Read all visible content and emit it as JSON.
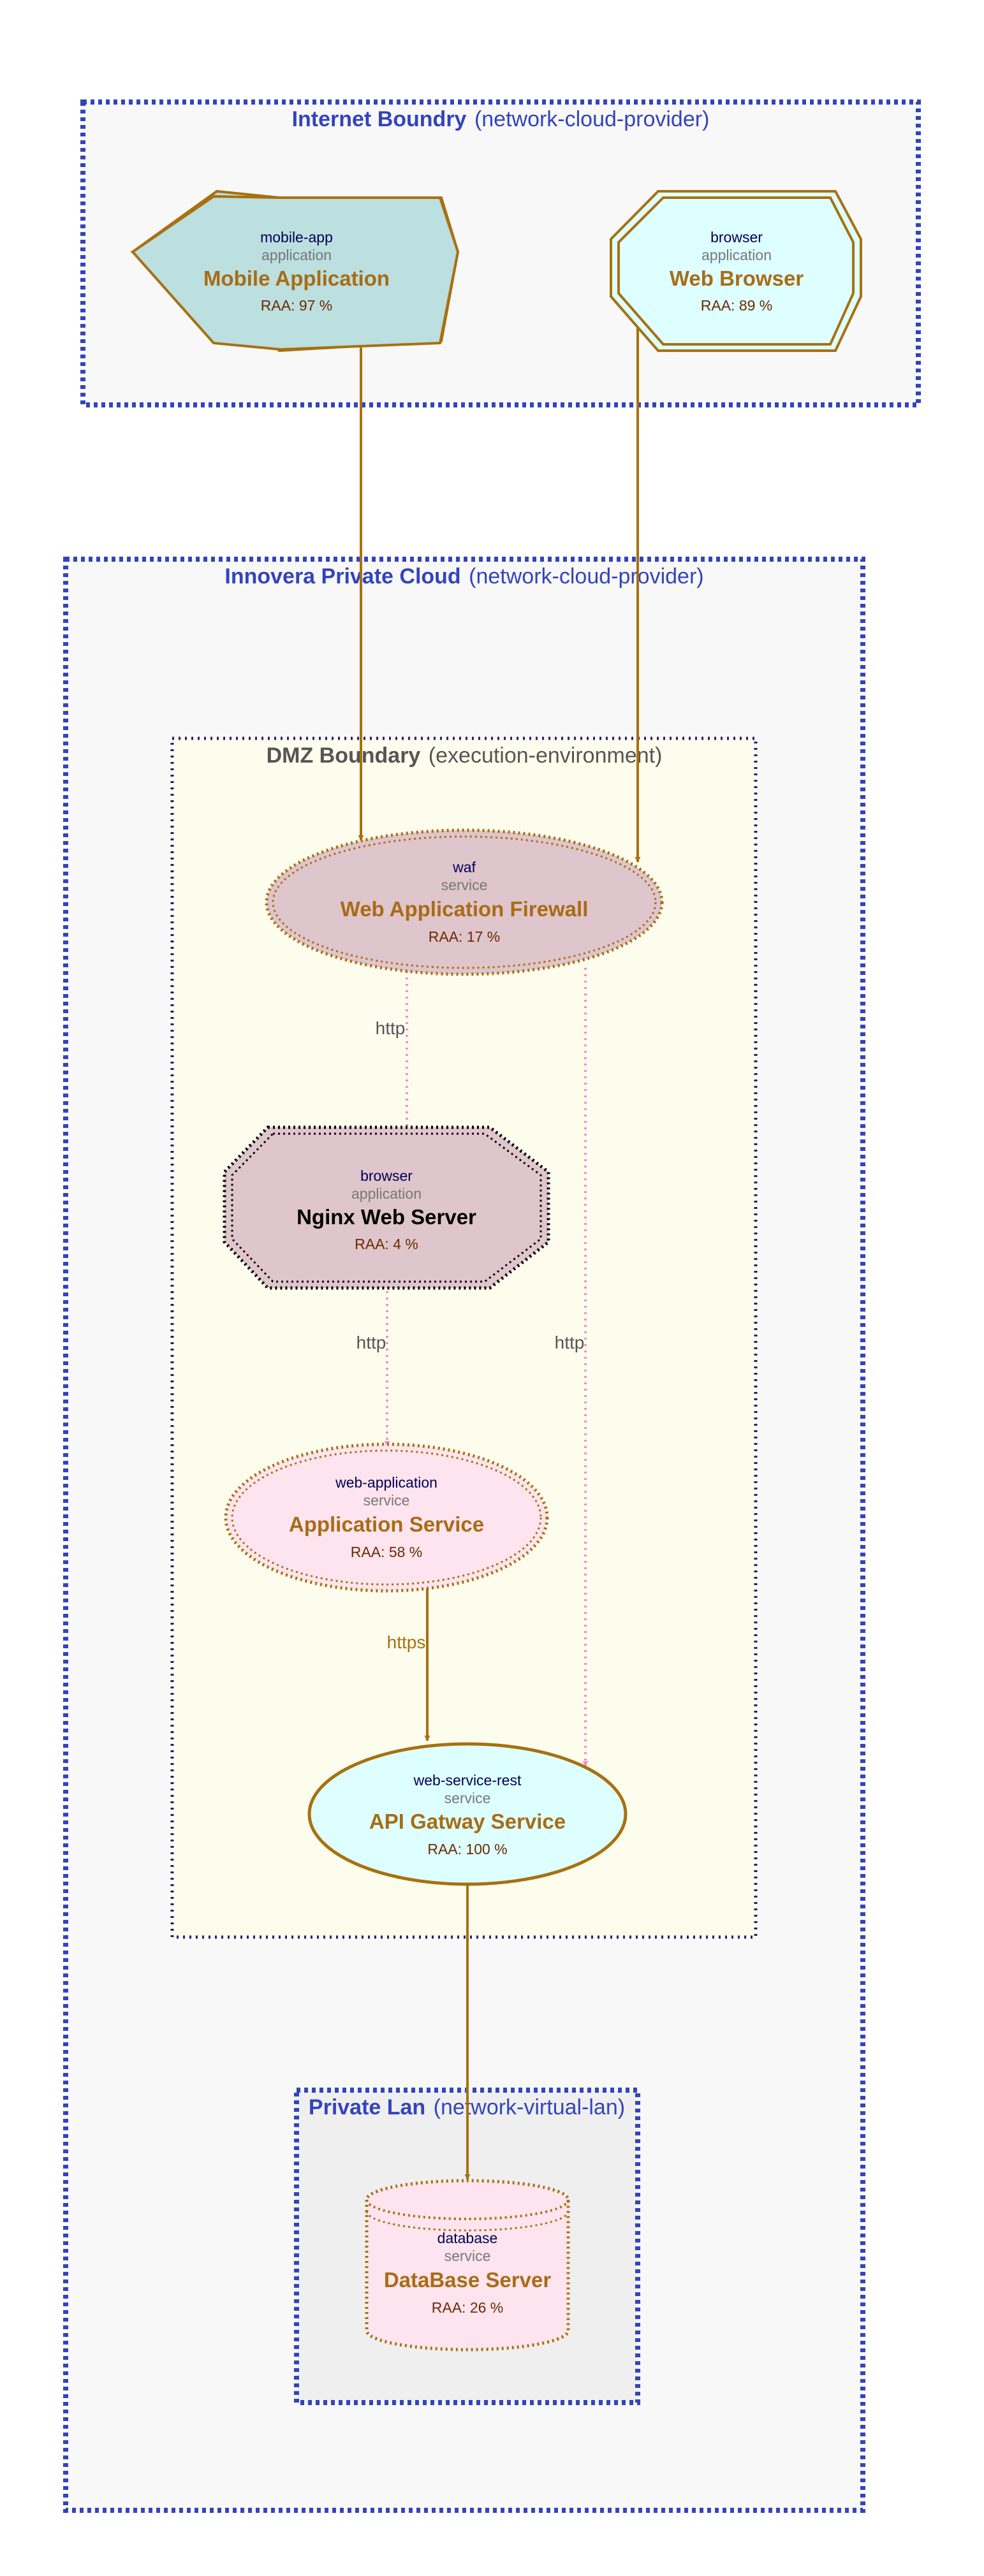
{
  "colors": {
    "boundary_cloud": "#3344bb",
    "boundary_exec": "#222266",
    "exec_title": "#555555",
    "node_title": "#a86c15",
    "node_tech": "#000055",
    "node_type": "#777777",
    "raa": "#6b2a00",
    "edge_solid": "#a8700f",
    "edge_dotted": "#ff88cc",
    "edge_label": "#555555"
  },
  "boundaries": {
    "internet": {
      "title": "Internet Boundry",
      "kind": "(network-cloud-provider)"
    },
    "private_cloud": {
      "title": "Innovera Private Cloud",
      "kind": "(network-cloud-provider)"
    },
    "dmz": {
      "title": "DMZ Boundary",
      "kind": "(execution-environment)"
    },
    "private_lan": {
      "title": "Private Lan",
      "kind": "(network-virtual-lan)"
    }
  },
  "nodes": {
    "mobile": {
      "technology": "mobile-app",
      "type": "application",
      "title": "Mobile Application",
      "raa": "RAA: 97 %",
      "shape": "octagon-icon"
    },
    "browser": {
      "technology": "browser",
      "type": "application",
      "title": "Web Browser",
      "raa": "RAA: 89 %",
      "shape": "double-octagon-icon"
    },
    "waf": {
      "technology": "waf",
      "type": "service",
      "title": "Web Application Firewall",
      "raa": "RAA: 17 %",
      "shape": "ellipse-icon"
    },
    "nginx": {
      "technology": "browser",
      "type": "application",
      "title": "Nginx Web Server",
      "raa": "RAA: 4 %",
      "shape": "octagon-icon"
    },
    "appsvc": {
      "technology": "web-application",
      "type": "service",
      "title": "Application Service",
      "raa": "RAA: 58 %",
      "shape": "ellipse-icon"
    },
    "api": {
      "technology": "web-service-rest",
      "type": "service",
      "title": "API Gatway Service",
      "raa": "RAA: 100 %",
      "shape": "ellipse-icon"
    },
    "db": {
      "technology": "database",
      "type": "service",
      "title": "DataBase Server",
      "raa": "RAA: 26 %",
      "shape": "cylinder-icon"
    }
  },
  "edges": {
    "waf_nginx": {
      "label": "http"
    },
    "nginx_app": {
      "label": "http"
    },
    "waf_api": {
      "label": "http"
    },
    "app_api": {
      "label": "https"
    }
  }
}
